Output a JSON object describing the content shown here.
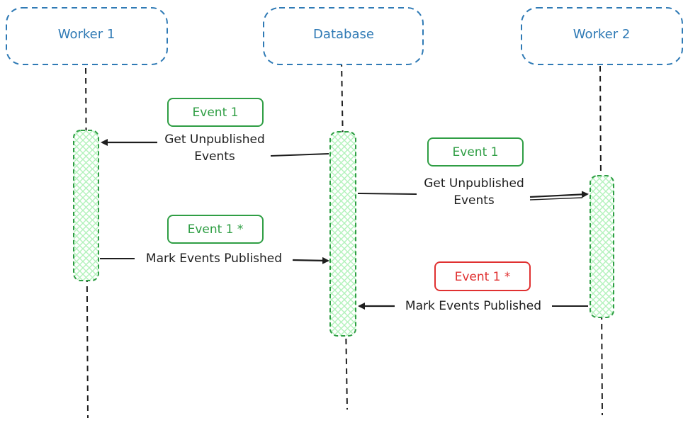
{
  "actors": [
    {
      "id": "worker1",
      "label": "Worker 1"
    },
    {
      "id": "database",
      "label": "Database"
    },
    {
      "id": "worker2",
      "label": "Worker 2"
    }
  ],
  "messages": [
    {
      "id": "get1",
      "line1": "Get Unpublished",
      "line2": "Events"
    },
    {
      "id": "mark1",
      "label": "Mark Events Published"
    },
    {
      "id": "get2",
      "line1": "Get Unpublished",
      "line2": "Events"
    },
    {
      "id": "mark2",
      "label": "Mark Events Published"
    }
  ],
  "badges": [
    {
      "id": "badge1",
      "label": "Event 1",
      "status": "ok"
    },
    {
      "id": "badge2",
      "label": "Event 1 *",
      "status": "ok"
    },
    {
      "id": "badge3",
      "label": "Event 1",
      "status": "ok"
    },
    {
      "id": "badge4",
      "label": "Event 1 *",
      "status": "conflict"
    }
  ],
  "colors": {
    "actor": "#2f7ab5",
    "ok": "#2f9e44",
    "conflict": "#e03131",
    "activation_fill": "#b2f2bb",
    "ink": "#1e1e1e"
  }
}
